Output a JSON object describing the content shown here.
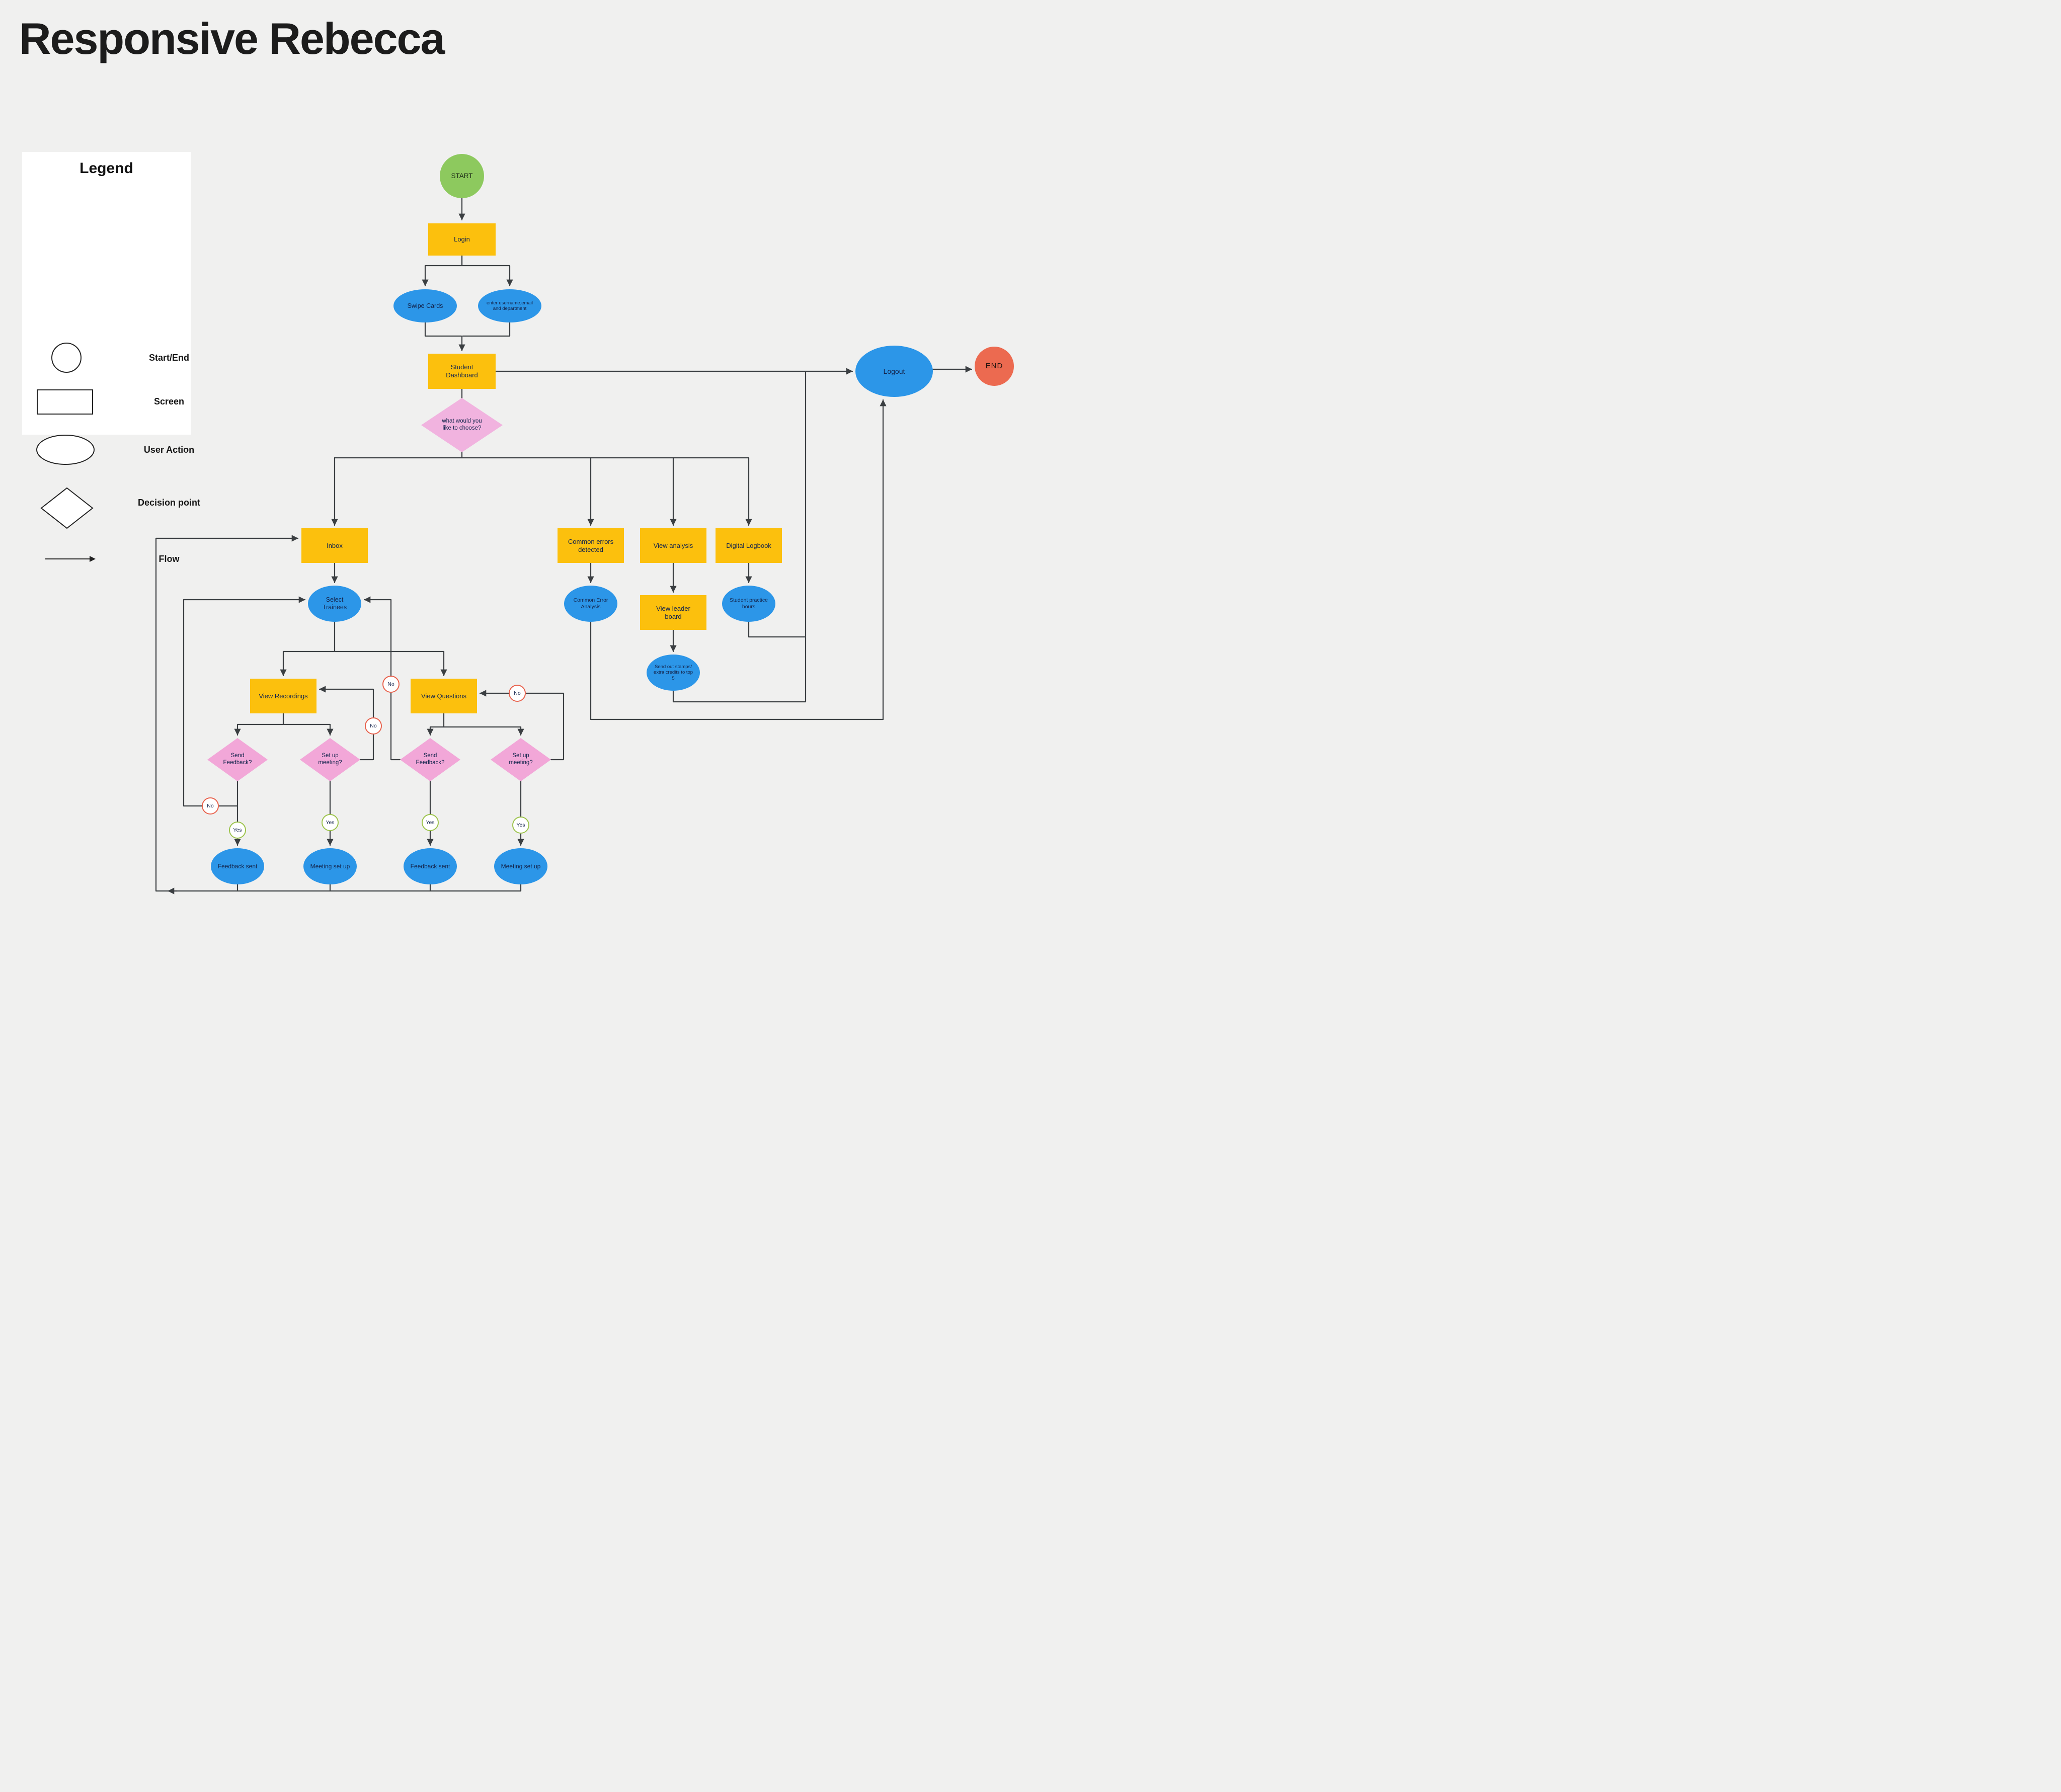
{
  "title": "Responsive Rebecca",
  "legend": {
    "title": "Legend",
    "items": [
      {
        "shape": "circle-icon",
        "label": "Start/End"
      },
      {
        "shape": "rect-icon",
        "label": "Screen"
      },
      {
        "shape": "ellipse-icon",
        "label": "User Action"
      },
      {
        "shape": "diamond-icon",
        "label": "Decision point"
      },
      {
        "shape": "arrow-icon",
        "label": "Flow"
      }
    ]
  },
  "nodes": {
    "start": "START",
    "login": "Login",
    "swipe_cards": "Swipe Cards",
    "enter_details": "enter username,email and department",
    "student_dashboard": "Student Dashboard",
    "choose": "what would you like to choose?",
    "inbox": "Inbox",
    "common_errors": "Common errors detected",
    "view_analysis": "View analysis",
    "digital_logbook": "Digital Logbook",
    "select_trainees": "Select Trainees",
    "common_error_analysis": "Common Error Analysis",
    "view_leader_board": "View leader board",
    "student_practice_hours": "Student practice hours",
    "send_stamps": "Send out stamps/ extra credits to top 5",
    "view_recordings": "View Recordings",
    "view_questions": "View Questions",
    "send_feedback_1": "Send Feedback?",
    "setup_meeting_1": "Set up meeting?",
    "send_feedback_2": "Send Feedback?",
    "setup_meeting_2": "Set up meeting?",
    "feedback_sent_1": "Feedback sent",
    "meeting_setup_1": "Meeting set up",
    "feedback_sent_2": "Feedback sent",
    "meeting_setup_2": "Meeting set up",
    "logout": "Logout",
    "end": "END"
  },
  "labels": {
    "yes": "Yes",
    "no": "No"
  },
  "colors": {
    "background": "#f0f0ef",
    "screen_box": "#fcc00d",
    "user_action": "#2c96e8",
    "start": "#8dc95e",
    "end": "#ec6a50",
    "decision": "#f2a7d8",
    "decision_big": "#f1b3df",
    "yes_ring": "#9cc34b",
    "no_ring": "#e8614c",
    "wire": "#3b3f42",
    "node_text": "#14254d"
  }
}
